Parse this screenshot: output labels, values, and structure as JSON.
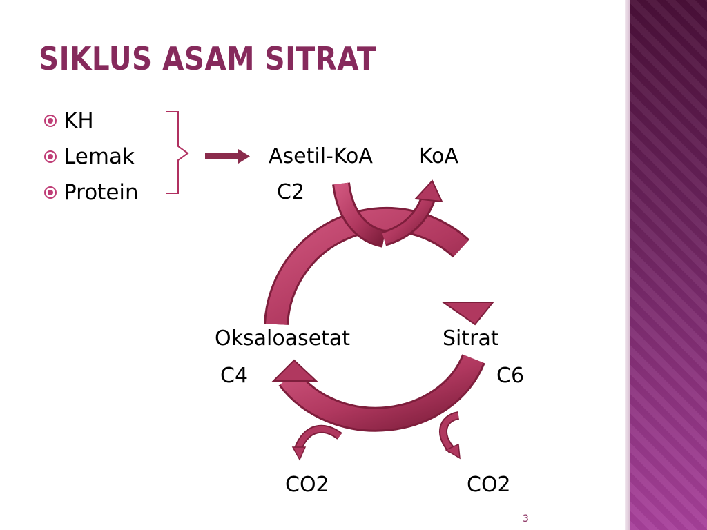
{
  "slide": {
    "title": "SIKLUS ASAM SITRAT",
    "page_number": "3"
  },
  "bullets": [
    {
      "label": "KH",
      "icon": "bullet-circle-icon"
    },
    {
      "label": "Lemak",
      "icon": "bullet-circle-icon"
    },
    {
      "label": "Protein",
      "icon": "bullet-circle-icon"
    }
  ],
  "labels": {
    "acetyl_coa": "Asetil-KoA",
    "coa": "KoA",
    "c2": "C2",
    "oxaloacetate": "Oksaloasetat",
    "c4": "C4",
    "citrate": "Sitrat",
    "c6": "C6",
    "co2_left": "CO2",
    "co2_right": "CO2"
  },
  "colors": {
    "title": "#862a5c",
    "bullet": "#bf3d76",
    "arrow_fill": "#b0385f",
    "arrow_dark": "#7e1e3c",
    "arrow_light": "#d0567e",
    "bracket": "#b03060",
    "side_band": "#6e2560"
  }
}
